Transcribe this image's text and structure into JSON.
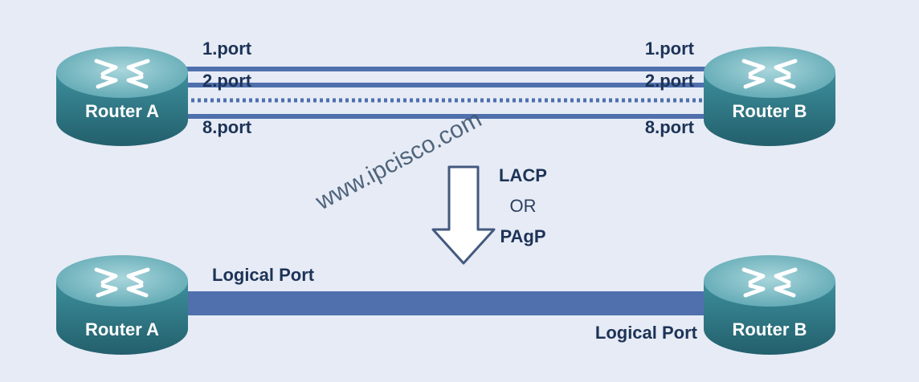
{
  "top": {
    "router_a": "Router A",
    "router_b": "Router B",
    "ports_left": [
      "1.port",
      "2.port",
      "8.port"
    ],
    "ports_right": [
      "1.port",
      "2.port",
      "8.port"
    ]
  },
  "protocol": {
    "line1": "LACP",
    "line2": "OR",
    "line3": "PAgP"
  },
  "bottom": {
    "router_a": "Router A",
    "router_b": "Router B",
    "logical_left": "Logical Port",
    "logical_right": "Logical Port"
  },
  "watermark": "www.ipcisco.com",
  "colors": {
    "background": "#e6ebf5",
    "link": "#4f70ad",
    "router_body": "#2f7c8a",
    "router_top": "#7dbfc8",
    "label_text": "#1d3357"
  }
}
